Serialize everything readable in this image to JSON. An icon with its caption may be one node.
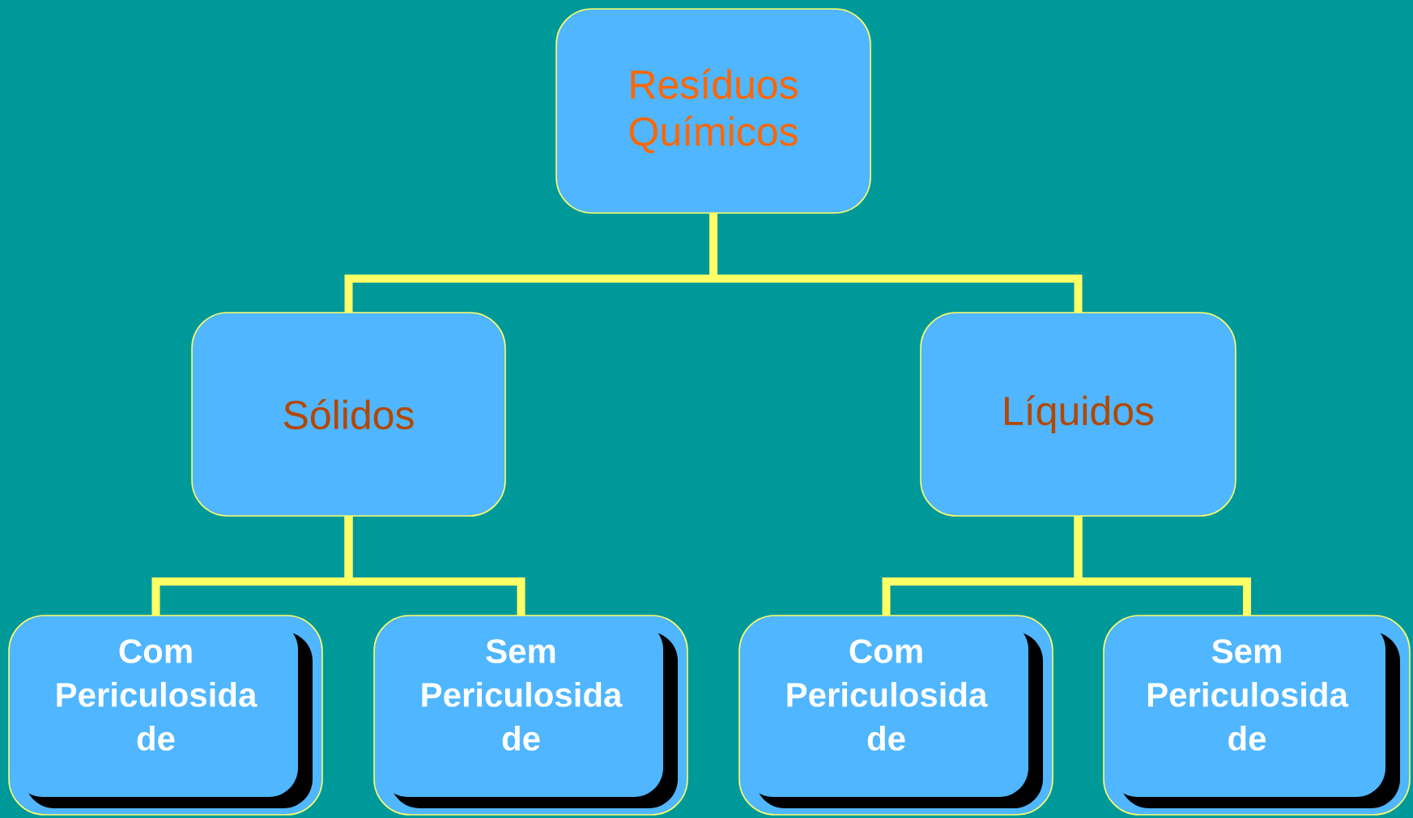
{
  "diagram": {
    "nodes": [
      {
        "text": [
          "Resíduos Químicos"
        ]
      },
      {
        "text": [
          "Sólidos"
        ]
      },
      {
        "text": [
          "Líquidos"
        ]
      },
      {
        "text": [
          "Com Periculosida de"
        ]
      },
      {
        "text": [
          "Sem Periculosida de"
        ]
      },
      {
        "text": [
          "Com Periculosida de"
        ]
      },
      {
        "text": [
          "Sem Periculosida de"
        ]
      }
    ],
    "edges": [
      {
        "from": 0,
        "to": 1,
        "arrow": "none"
      },
      {
        "from": 0,
        "to": 2,
        "arrow": "none"
      },
      {
        "from": 1,
        "to": 3,
        "arrow": "none"
      },
      {
        "from": 1,
        "to": 4,
        "arrow": "none"
      },
      {
        "from": 2,
        "to": 5,
        "arrow": "none"
      },
      {
        "from": 2,
        "to": 6,
        "arrow": "none"
      }
    ]
  }
}
